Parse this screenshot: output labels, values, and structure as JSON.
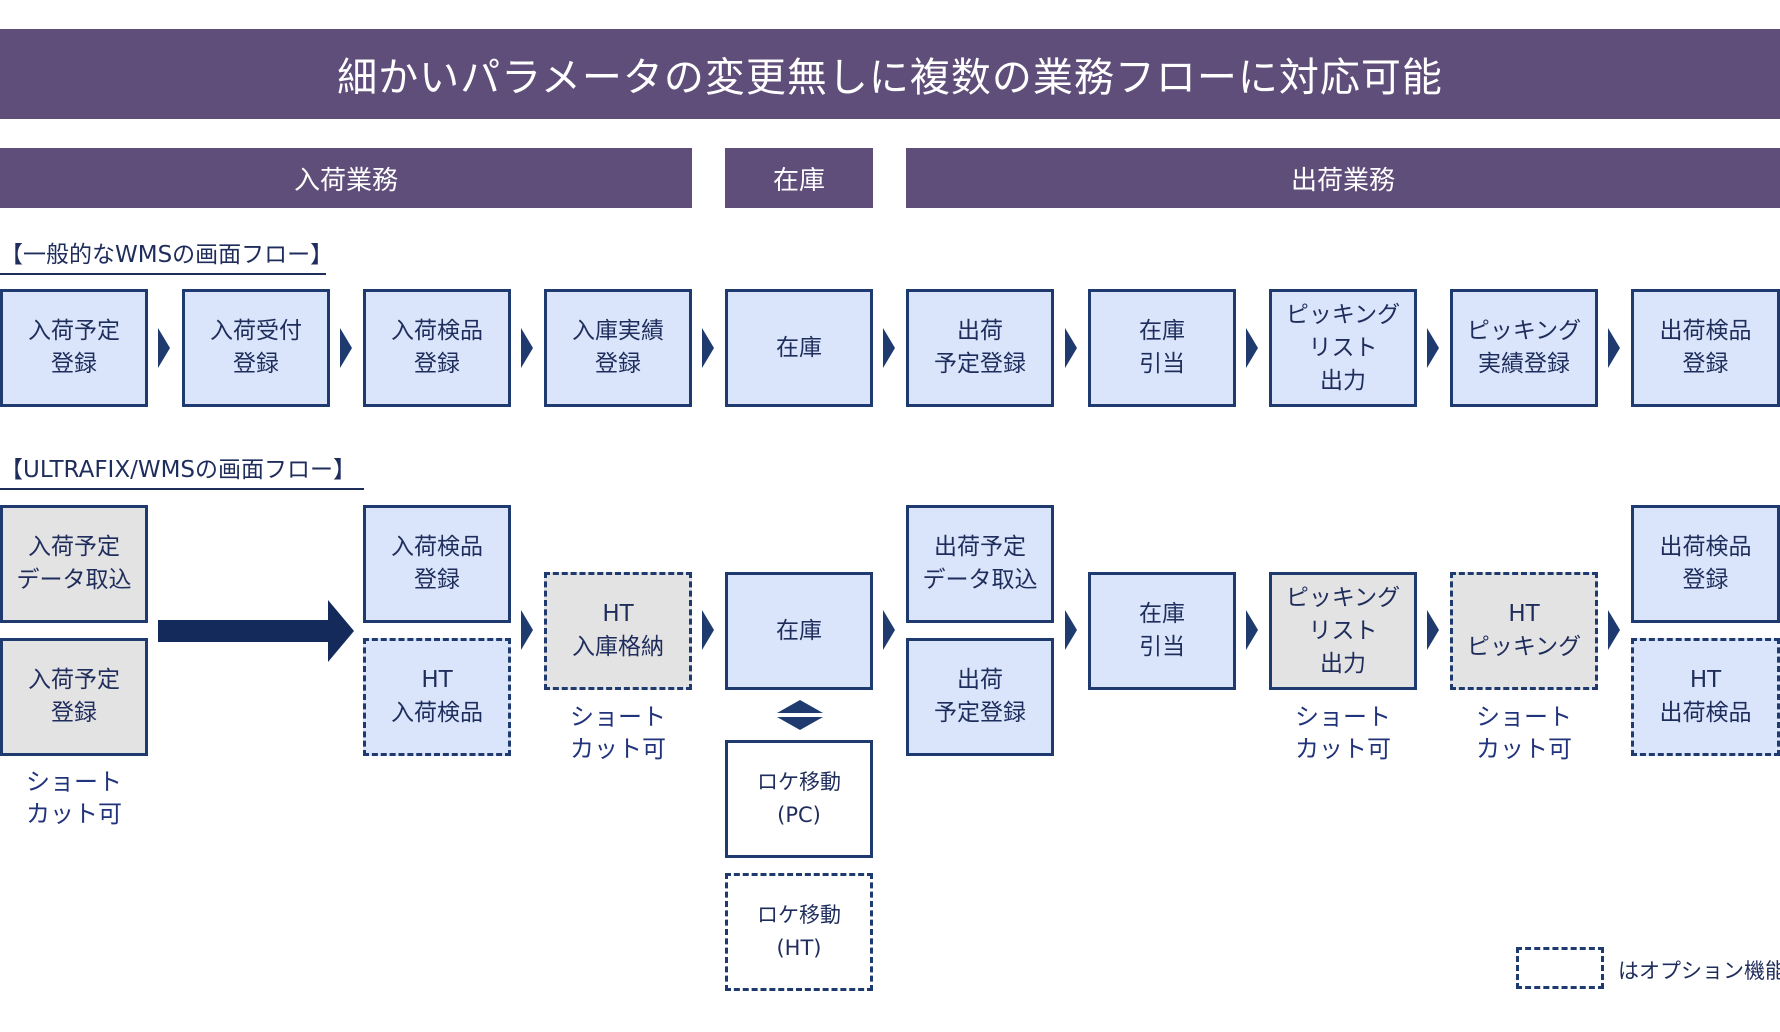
{
  "title": "細かいパラメータの変更無しに複数の業務フローに対応可能",
  "phases": {
    "inbound": "入荷業務",
    "inventory": "在庫",
    "outbound": "出荷業務"
  },
  "general": {
    "label": "【一般的なWMSの画面フロー】",
    "steps": [
      "入荷予定\n登録",
      "入荷受付\n登録",
      "入荷検品\n登録",
      "入庫実績\n登録",
      "在庫",
      "出荷\n予定登録",
      "在庫\n引当",
      "ピッキング\nリスト\n出力",
      "ピッキング\n実績登録",
      "出荷検品\n登録"
    ]
  },
  "ultrafix": {
    "label": "【ULTRAFIX/WMSの画面フロー】",
    "inbound_import": "入荷予定\nデータ取込",
    "inbound_register": "入荷予定\n登録",
    "inspection": "入荷検品\n登録",
    "ht_inspection": "HT\n入荷検品",
    "ht_putaway": "HT\n入庫格納",
    "inventory": "在庫",
    "loc_move_pc": "ロケ移動\n(PC)",
    "loc_move_ht": "ロケ移動\n(HT)",
    "ship_import": "出荷予定\nデータ取込",
    "ship_register": "出荷\n予定登録",
    "allocation": "在庫\n引当",
    "picking_list": "ピッキング\nリスト\n出力",
    "ht_picking": "HT\nピッキング",
    "ship_inspection": "出荷検品\n登録",
    "ht_ship_inspection": "HT\n出荷検品",
    "shortcut": "ショート\nカット可"
  },
  "legend": "はオプション機能",
  "colors": {
    "header": "#5f4e7a",
    "box_fill": "#dae5fb",
    "box_border": "#1f3a6e",
    "gray_fill": "#e3e3e3",
    "accent_text": "#21337a"
  }
}
